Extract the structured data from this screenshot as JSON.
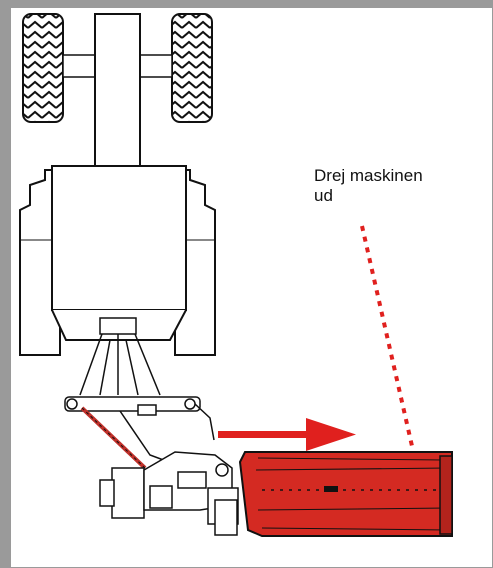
{
  "instruction": {
    "line1": "Drej maskinen",
    "line2": "ud"
  },
  "colors": {
    "accent_red": "#e0201e",
    "machine_red": "#d42a22",
    "outline": "#111111",
    "frame": "#9a9a9a"
  },
  "icons": {
    "direction": "arrow-right-icon",
    "swing_path": "dotted-line"
  }
}
